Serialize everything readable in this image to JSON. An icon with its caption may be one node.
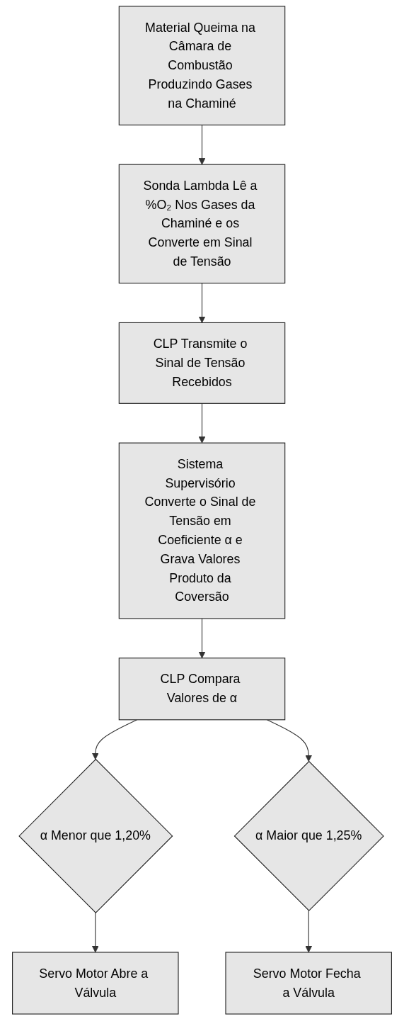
{
  "diagram": {
    "nodes": [
      {
        "text": [
          "Material Queima na Câmara de Combustão Produzindo Gases na Chaminé"
        ]
      },
      {
        "text": [
          "Sonda Lambda Lê a %O₂ Nos Gases da Chaminé e os Converte em Sinal de Tensão"
        ]
      },
      {
        "text": [
          "CLP Transmite o Sinal de Tensão Recebidos"
        ]
      },
      {
        "text": [
          "Sistema Supervisório Converte o Sinal de Tensão em Coeficiente α e Grava Valores Produto da Coversão"
        ]
      },
      {
        "text": [
          "CLP Compara Valores de α"
        ]
      },
      {
        "text": [
          "α Menor que 1,20%"
        ]
      },
      {
        "text": [
          "α Maior que 1,25%"
        ]
      },
      {
        "text": [
          "Servo Motor Abre a Válvula"
        ]
      },
      {
        "text": [
          "Servo Motor Fecha a Válvula"
        ]
      }
    ],
    "edges": [
      {
        "from": 0,
        "to": 1,
        "arrow": "to"
      },
      {
        "from": 1,
        "to": 2,
        "arrow": "to"
      },
      {
        "from": 2,
        "to": 3,
        "arrow": "to"
      },
      {
        "from": 3,
        "to": 4,
        "arrow": "to"
      },
      {
        "from": 4,
        "to": 5,
        "arrow": "to"
      },
      {
        "from": 4,
        "to": 6,
        "arrow": "to"
      },
      {
        "from": 5,
        "to": 7,
        "arrow": "to"
      },
      {
        "from": 6,
        "to": 8,
        "arrow": "to"
      }
    ]
  }
}
